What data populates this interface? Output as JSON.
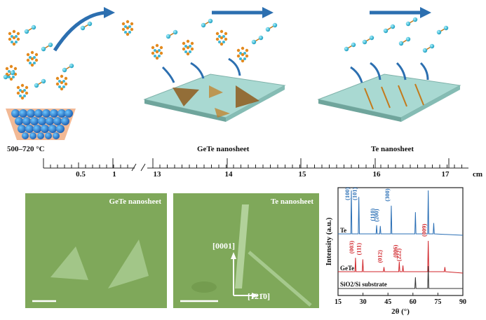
{
  "schematic": {
    "temp_label": "500–720 °C",
    "gete_label": "GeTe nanosheet",
    "te_label": "Te nanosheet"
  },
  "ruler": {
    "unit": "cm",
    "ticks_left": [
      "0.5",
      "1"
    ],
    "ticks_right": [
      "13",
      "14",
      "15",
      "16",
      "17"
    ]
  },
  "micrographs": {
    "left_label": "GeTe nanosheet",
    "right_label": "Te nanosheet",
    "direction_up": "[0001]",
    "direction_right": "[1̄21̄0]",
    "bg_color": "#7fa85a"
  },
  "chart_data": {
    "type": "line",
    "xlabel": "2θ (°)",
    "ylabel": "Intensity (a.u.)",
    "xlim": [
      15,
      90
    ],
    "xticks": [
      "15",
      "30",
      "45",
      "60",
      "75",
      "90"
    ],
    "series": [
      {
        "name": "Te",
        "color": "#2a6fb5",
        "peaks": [
          [
            23.0,
            1.0
          ],
          [
            27.5,
            0.85
          ],
          [
            38.2,
            0.2
          ],
          [
            40.4,
            0.18
          ],
          [
            47.0,
            0.65
          ],
          [
            61.5,
            0.5
          ],
          [
            69.2,
            1.0
          ],
          [
            72.5,
            0.25
          ]
        ],
        "peak_labels": [
          "(100)",
          "(101)",
          "(110)",
          "(200)",
          "(300)"
        ]
      },
      {
        "name": "GeTe",
        "color": "#d0262b",
        "peaks": [
          [
            25.5,
            0.45
          ],
          [
            29.9,
            0.4
          ],
          [
            42.6,
            0.15
          ],
          [
            51.8,
            0.32
          ],
          [
            54.0,
            0.2
          ],
          [
            69.2,
            1.0
          ],
          [
            79.2,
            0.15
          ]
        ],
        "peak_labels": [
          "(003)",
          "(111)",
          "(012)",
          "(006)",
          "(222)",
          "(009)"
        ]
      },
      {
        "name": "SiO2/Si substrate",
        "color": "#333333",
        "peaks": [
          [
            61.5,
            0.5
          ],
          [
            69.2,
            1.0
          ]
        ],
        "peak_labels": []
      }
    ]
  }
}
